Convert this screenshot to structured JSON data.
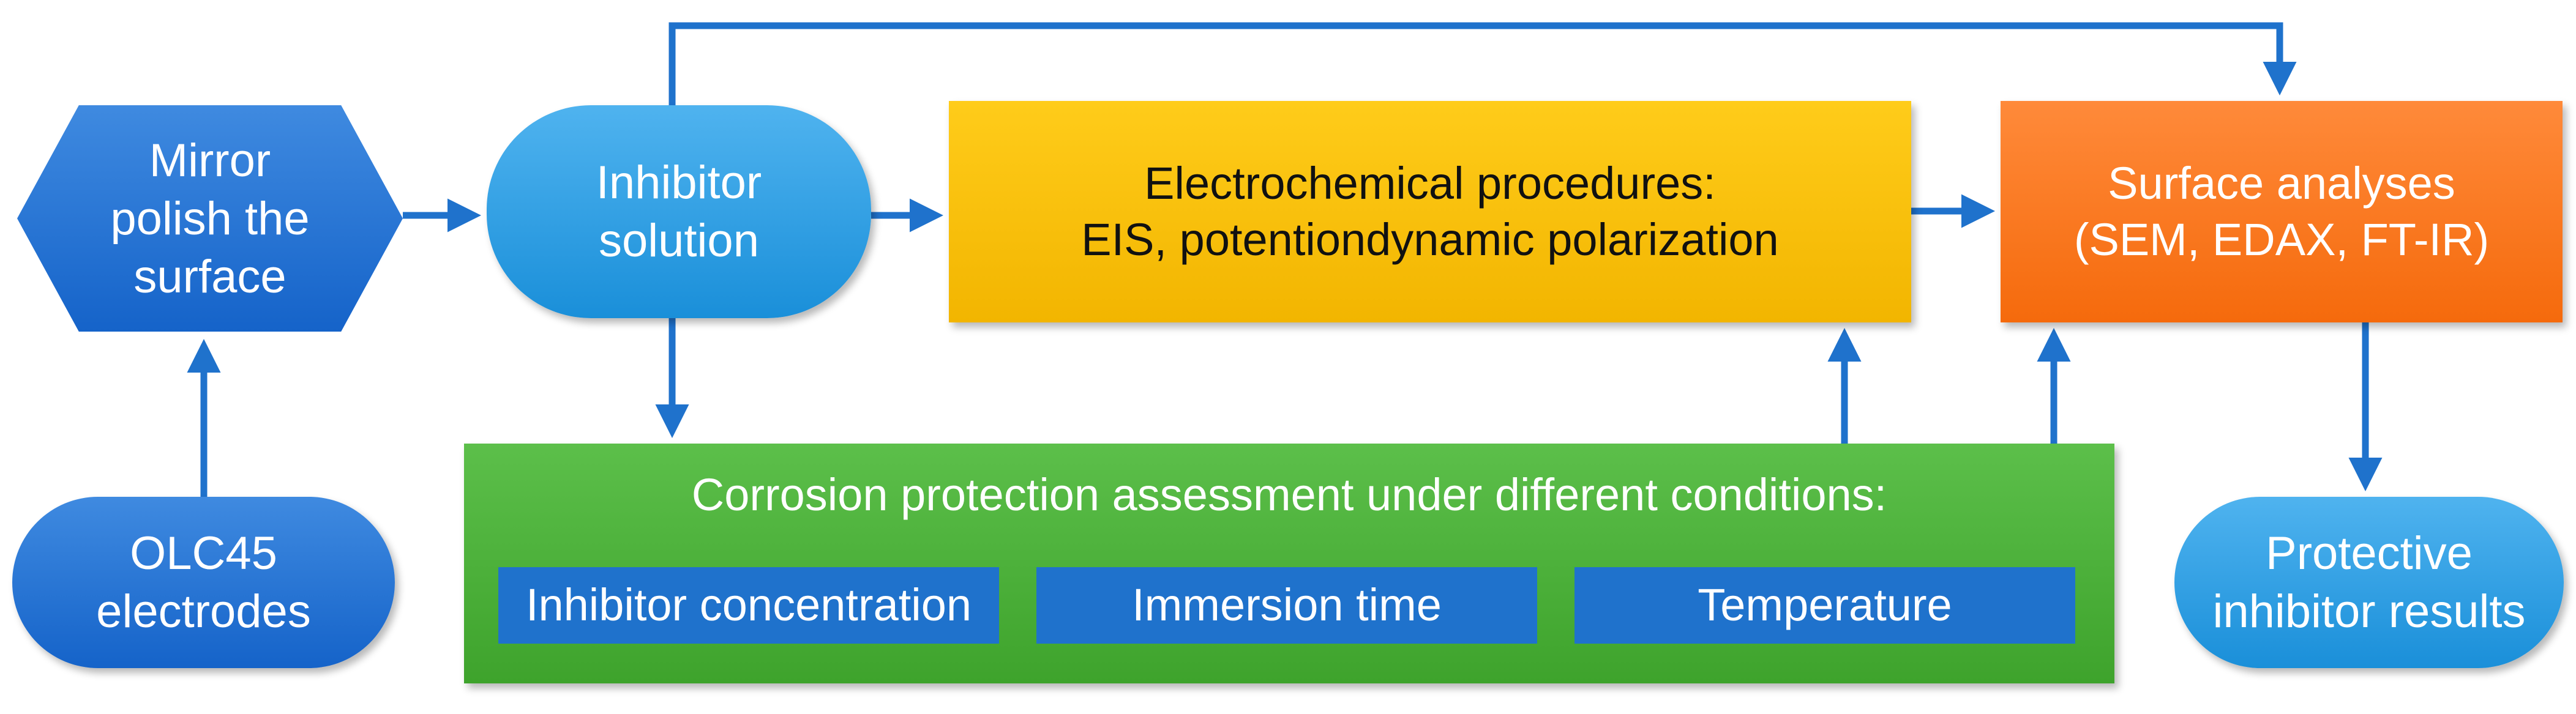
{
  "nodes": {
    "mirror": "Mirror\npolish the\nsurface",
    "electrodes": "OLC45\nelectrodes",
    "inhibitor": "Inhibitor\nsolution",
    "electrochemical": "Electrochemical procedures:\nEIS, potentiondynamic polarization",
    "surface": "Surface analyses\n(SEM, EDAX, FT-IR)",
    "protective": "Protective\ninhibitor results",
    "corrosion": {
      "title": "Corrosion protection assessment under different conditions:",
      "conditions": [
        "Inhibitor concentration",
        "Immersion time",
        "Temperature"
      ]
    }
  },
  "colors": {
    "dark_blue": "#1563c9",
    "light_blue": "#1a8fd9",
    "yellow": "#f2b500",
    "orange": "#f56a0c",
    "green": "#3ea32c",
    "condition_box": "#1f72cc",
    "arrow": "#1f72cc"
  }
}
